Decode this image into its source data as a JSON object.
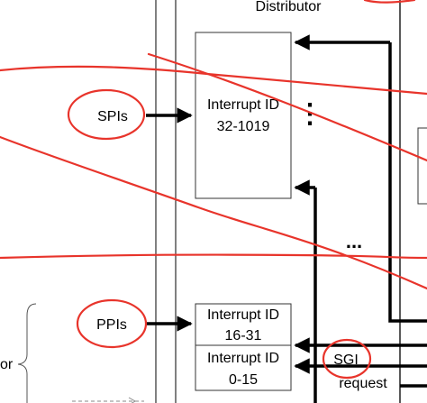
{
  "distributor": {
    "title": "Distributor"
  },
  "boxes": {
    "spi_range": {
      "line1": "Interrupt ID",
      "line2": "32-1019"
    },
    "ppi_range": {
      "line1": "Interrupt ID",
      "line2": "16-31"
    },
    "sgi_range": {
      "line1": "Interrupt ID",
      "line2": "0-15"
    }
  },
  "inputs": {
    "spis": "SPIs",
    "ppis": "PPIs",
    "sgi": "SGI",
    "sgi_request": "request"
  },
  "left_cutoff_text": "or",
  "ellipsis": {
    "vertical": "⋮",
    "horizontal": "..."
  },
  "colors": {
    "annotation_red": "#e8342b",
    "ink": "#000000",
    "box_border": "#333333"
  }
}
